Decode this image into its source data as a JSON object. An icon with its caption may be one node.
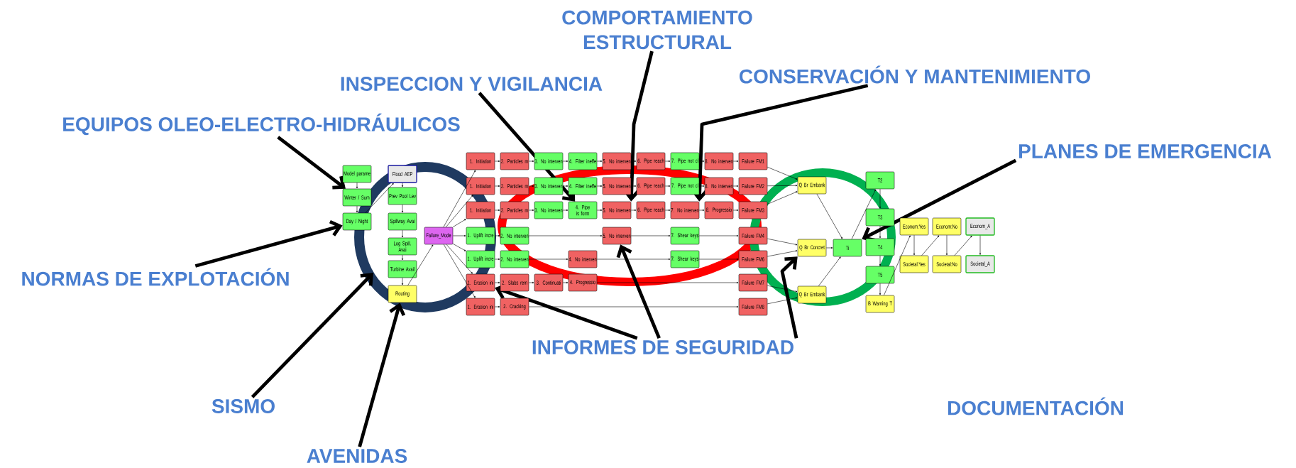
{
  "diagram": {
    "nodes": [
      {
        "text": [
          "Model parame"
        ]
      },
      {
        "text": [
          "Winter / Sum"
        ]
      },
      {
        "text": [
          "Day / Night"
        ]
      },
      {
        "text": [
          "Flood AEP"
        ]
      },
      {
        "text": [
          "Prev Pool Lev"
        ]
      },
      {
        "text": [
          "Spillway Avai"
        ]
      },
      {
        "text": [
          "Log Spill. Avai"
        ]
      },
      {
        "text": [
          "Turbine Avail"
        ]
      },
      {
        "text": [
          "Routing"
        ]
      },
      {
        "text": [
          "Failure_Mode"
        ]
      },
      {
        "text": [
          "1. Initiation"
        ]
      },
      {
        "text": [
          "2. Particles m"
        ]
      },
      {
        "text": [
          "3. No interven"
        ]
      },
      {
        "text": [
          "4. Filter ineffe"
        ]
      },
      {
        "text": [
          "5. No interven"
        ]
      },
      {
        "text": [
          "6. Pipe reach"
        ]
      },
      {
        "text": [
          "7. Pipe not cl"
        ]
      },
      {
        "text": [
          "8. No interven"
        ]
      },
      {
        "text": [
          "Failure FM1"
        ]
      },
      {
        "text": [
          "1. Initiation"
        ]
      },
      {
        "text": [
          "2. Particles m"
        ]
      },
      {
        "text": [
          "3. No interven"
        ]
      },
      {
        "text": [
          "4. Filter ineffe"
        ]
      },
      {
        "text": [
          "5. No interven"
        ]
      },
      {
        "text": [
          "6. Pipe reach"
        ]
      },
      {
        "text": [
          "7. Pipe not cl"
        ]
      },
      {
        "text": [
          "8. No interven"
        ]
      },
      {
        "text": [
          "Failure FM2"
        ]
      },
      {
        "text": [
          "1. Initiation"
        ]
      },
      {
        "text": [
          "2. Particles m"
        ]
      },
      {
        "text": [
          "3. No interven"
        ]
      },
      {
        "text": [
          "4. Pipe is form"
        ]
      },
      {
        "text": [
          "5. No interven"
        ]
      },
      {
        "text": [
          "6. Pipe reach"
        ]
      },
      {
        "text": [
          "7. No interven"
        ]
      },
      {
        "text": [
          "8. Progressio"
        ]
      },
      {
        "text": [
          "Failure FM3"
        ]
      },
      {
        "text": [
          "1. Uplift incre"
        ]
      },
      {
        "text": [
          "2. No interven"
        ]
      },
      {
        "text": [
          "5. No interven"
        ]
      },
      {
        "text": [
          "7. Shear keys"
        ]
      },
      {
        "text": [
          "Failure FM4"
        ]
      },
      {
        "text": [
          "1. Uplift incre"
        ]
      },
      {
        "text": [
          "2. No interven"
        ]
      },
      {
        "text": [
          "4. No interven"
        ]
      },
      {
        "text": [
          "7. Shear keys"
        ]
      },
      {
        "text": [
          "Failure FM6"
        ]
      },
      {
        "text": [
          "1. Erosion ini"
        ]
      },
      {
        "text": [
          "2. Slabs rem"
        ]
      },
      {
        "text": [
          "3. Continuati"
        ]
      },
      {
        "text": [
          "4. Progressio"
        ]
      },
      {
        "text": [
          "Failure FM7"
        ]
      },
      {
        "text": [
          "1. Erosion ini"
        ]
      },
      {
        "text": [
          "2. Cracking"
        ]
      },
      {
        "text": [
          "Failure FM8"
        ]
      },
      {
        "text": [
          "Q Br Embank"
        ]
      },
      {
        "text": [
          "Q Br Concret"
        ]
      },
      {
        "text": [
          "Q Br Embank"
        ]
      },
      {
        "text": [
          "Ti"
        ]
      },
      {
        "text": [
          "T2"
        ]
      },
      {
        "text": [
          "T3"
        ]
      },
      {
        "text": [
          "T4"
        ]
      },
      {
        "text": [
          "T5"
        ]
      },
      {
        "text": [
          "B Warning T"
        ]
      },
      {
        "text": [
          "Econom:Yes"
        ]
      },
      {
        "text": [
          "Societal:Yes"
        ]
      },
      {
        "text": [
          "Econom:No"
        ]
      },
      {
        "text": [
          "Societal:No"
        ]
      },
      {
        "text": [
          "Econom_A"
        ]
      },
      {
        "text": [
          "Societal_A"
        ]
      },
      {
        "text": [
          "COMPORTAMIENTO ESTRUCTURAL"
        ]
      },
      {
        "text": [
          "CONSERVACIÓN Y MANTENIMIENTO"
        ]
      },
      {
        "text": [
          "INSPECCION Y VIGILANCIA"
        ]
      },
      {
        "text": [
          "EQUIPOS OLEO-ELECTRO-HIDRÁULICOS"
        ]
      },
      {
        "text": [
          "PLANES DE EMERGENCIA"
        ]
      },
      {
        "text": [
          "NORMAS DE EXPLOTACIÓN"
        ]
      },
      {
        "text": [
          "INFORMES DE SEGURIDAD"
        ]
      },
      {
        "text": [
          "SISMO"
        ]
      },
      {
        "text": [
          "AVENIDAS"
        ]
      }
    ],
    "edges": [
      {
        "from": 0,
        "to": 1,
        "arrow": "to"
      },
      {
        "from": 1,
        "to": 2,
        "arrow": "to"
      },
      {
        "from": 2,
        "to": 3,
        "arrow": "to"
      },
      {
        "from": 3,
        "to": 4,
        "arrow": "to"
      },
      {
        "from": 4,
        "to": 5,
        "arrow": "to"
      },
      {
        "from": 5,
        "to": 6,
        "arrow": "to"
      },
      {
        "from": 6,
        "to": 7,
        "arrow": "to"
      },
      {
        "from": 7,
        "to": 8,
        "arrow": "to"
      },
      {
        "from": 8,
        "to": 9,
        "arrow": "to"
      },
      {
        "from": 9,
        "to": 10,
        "arrow": "to"
      },
      {
        "from": 9,
        "to": 19,
        "arrow": "to"
      },
      {
        "from": 9,
        "to": 28,
        "arrow": "to"
      },
      {
        "from": 9,
        "to": 37,
        "arrow": "to"
      },
      {
        "from": 9,
        "to": 42,
        "arrow": "to"
      },
      {
        "from": 9,
        "to": 47,
        "arrow": "to"
      },
      {
        "from": 9,
        "to": 52,
        "arrow": "to"
      },
      {
        "from": 10,
        "to": 11,
        "arrow": "to"
      },
      {
        "from": 11,
        "to": 12,
        "arrow": "to"
      },
      {
        "from": 12,
        "to": 13,
        "arrow": "to"
      },
      {
        "from": 13,
        "to": 14,
        "arrow": "to"
      },
      {
        "from": 14,
        "to": 15,
        "arrow": "to"
      },
      {
        "from": 15,
        "to": 16,
        "arrow": "to"
      },
      {
        "from": 16,
        "to": 17,
        "arrow": "to"
      },
      {
        "from": 17,
        "to": 18,
        "arrow": "to"
      },
      {
        "from": 19,
        "to": 20,
        "arrow": "to"
      },
      {
        "from": 20,
        "to": 21,
        "arrow": "to"
      },
      {
        "from": 21,
        "to": 22,
        "arrow": "to"
      },
      {
        "from": 22,
        "to": 23,
        "arrow": "to"
      },
      {
        "from": 23,
        "to": 24,
        "arrow": "to"
      },
      {
        "from": 24,
        "to": 25,
        "arrow": "to"
      },
      {
        "from": 25,
        "to": 26,
        "arrow": "to"
      },
      {
        "from": 26,
        "to": 27,
        "arrow": "to"
      },
      {
        "from": 28,
        "to": 29,
        "arrow": "to"
      },
      {
        "from": 29,
        "to": 30,
        "arrow": "to"
      },
      {
        "from": 30,
        "to": 31,
        "arrow": "to"
      },
      {
        "from": 31,
        "to": 32,
        "arrow": "to"
      },
      {
        "from": 32,
        "to": 33,
        "arrow": "to"
      },
      {
        "from": 33,
        "to": 34,
        "arrow": "to"
      },
      {
        "from": 34,
        "to": 35,
        "arrow": "to"
      },
      {
        "from": 35,
        "to": 36,
        "arrow": "to"
      },
      {
        "from": 37,
        "to": 38,
        "arrow": "to"
      },
      {
        "from": 38,
        "to": 39,
        "arrow": "to"
      },
      {
        "from": 39,
        "to": 40,
        "arrow": "to"
      },
      {
        "from": 40,
        "to": 41,
        "arrow": "to"
      },
      {
        "from": 42,
        "to": 43,
        "arrow": "to"
      },
      {
        "from": 43,
        "to": 44,
        "arrow": "to"
      },
      {
        "from": 44,
        "to": 45,
        "arrow": "to"
      },
      {
        "from": 45,
        "to": 46,
        "arrow": "to"
      },
      {
        "from": 47,
        "to": 48,
        "arrow": "to"
      },
      {
        "from": 48,
        "to": 49,
        "arrow": "to"
      },
      {
        "from": 49,
        "to": 50,
        "arrow": "to"
      },
      {
        "from": 50,
        "to": 51,
        "arrow": "to"
      },
      {
        "from": 52,
        "to": 53,
        "arrow": "to"
      },
      {
        "from": 53,
        "to": 54,
        "arrow": "to"
      },
      {
        "from": 18,
        "to": 55,
        "arrow": "to"
      },
      {
        "from": 27,
        "to": 55,
        "arrow": "to"
      },
      {
        "from": 36,
        "to": 55,
        "arrow": "to"
      },
      {
        "from": 41,
        "to": 56,
        "arrow": "to"
      },
      {
        "from": 46,
        "to": 56,
        "arrow": "to"
      },
      {
        "from": 51,
        "to": 57,
        "arrow": "to"
      },
      {
        "from": 54,
        "to": 57,
        "arrow": "to"
      },
      {
        "from": 55,
        "to": 58,
        "arrow": "to"
      },
      {
        "from": 56,
        "to": 58,
        "arrow": "to"
      },
      {
        "from": 57,
        "to": 58,
        "arrow": "to"
      },
      {
        "from": 58,
        "to": 59,
        "arrow": "to"
      },
      {
        "from": 59,
        "to": 60,
        "arrow": "to"
      },
      {
        "from": 60,
        "to": 61,
        "arrow": "to"
      },
      {
        "from": 61,
        "to": 62,
        "arrow": "to"
      },
      {
        "from": 62,
        "to": 63,
        "arrow": "to"
      },
      {
        "from": 63,
        "to": 64,
        "arrow": "to"
      },
      {
        "from": 64,
        "to": 65,
        "arrow": "to"
      },
      {
        "from": 65,
        "to": 66,
        "arrow": "to"
      },
      {
        "from": 66,
        "to": 67,
        "arrow": "to"
      },
      {
        "from": 67,
        "to": 68,
        "arrow": "to"
      },
      {
        "from": 68,
        "to": 69,
        "arrow": "to"
      },
      {
        "from": 73,
        "to": 1,
        "arrow": "to",
        "style": "thick"
      },
      {
        "from": 75,
        "to": 2,
        "arrow": "to",
        "style": "thick"
      },
      {
        "from": 77,
        "to": null,
        "arrow": "to",
        "style": "thick"
      },
      {
        "from": 78,
        "to": 8,
        "arrow": "to",
        "style": "thick"
      },
      {
        "from": 72,
        "to": 31,
        "arrow": "to",
        "style": "thick"
      },
      {
        "from": 70,
        "to": 32,
        "arrow": "to",
        "style": "thick"
      },
      {
        "from": 71,
        "to": 34,
        "arrow": "to",
        "style": "thick"
      },
      {
        "from": 74,
        "to": 58,
        "arrow": "to",
        "style": "thick"
      },
      {
        "from": 76,
        "to": 47,
        "arrow": "to",
        "style": "thick"
      },
      {
        "from": 76,
        "to": 39,
        "arrow": "to",
        "style": "thick"
      },
      {
        "from": 76,
        "to": 56,
        "arrow": "to",
        "style": "thick"
      }
    ],
    "labels": [
      "DOCUMENTACIÓN"
    ]
  }
}
